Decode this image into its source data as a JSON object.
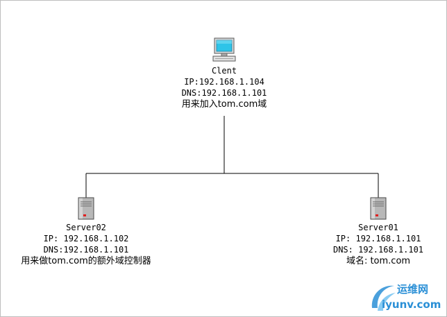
{
  "nodes": {
    "client": {
      "name": "Clent",
      "ip": "IP:192.168.1.104",
      "dns": "DNS:192.168.1.101",
      "role": "用来加入tom.com域",
      "icon": "computer-icon"
    },
    "server02": {
      "name": "Server02",
      "ip": "IP: 192.168.1.102",
      "dns": "DNS:192.168.1.101",
      "role": "用来做tom.com的额外域控制器",
      "icon": "server-icon"
    },
    "server01": {
      "name": "Server01",
      "ip": "IP: 192.168.1.101",
      "dns": "DNS: 192.168.1.101",
      "role": "域名: tom.com",
      "icon": "server-icon"
    }
  },
  "watermark": {
    "text_cn": "运维网",
    "text_en": "iyunv.com"
  },
  "colors": {
    "line": "#000000",
    "watermark": "#2a8fd6",
    "server_body": "#b8b8b8",
    "monitor_screen": "#2ec4e8"
  }
}
